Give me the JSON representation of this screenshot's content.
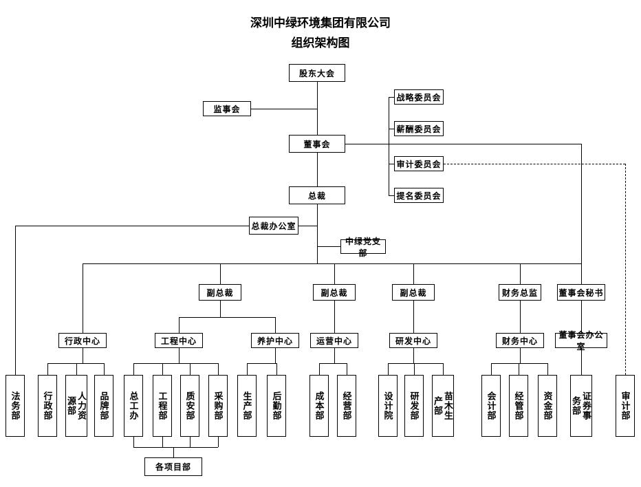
{
  "title": {
    "company": "深圳中绿环境集团有限公司",
    "subtitle": "组织架构图"
  },
  "nodes": {
    "shareholders_meeting": "股东大会",
    "supervisory_board": "监事会",
    "board_of_directors": "董事会",
    "strategy_committee": "战略委员会",
    "compensation_committee": "薪酬委员会",
    "audit_committee": "审计委员会",
    "nomination_committee": "提名委员会",
    "president": "总裁",
    "president_office": "总裁办公室",
    "party_branch": "中绿党支部",
    "vp1": "副总裁",
    "vp2": "副总裁",
    "vp3": "副总裁",
    "cfo": "财务总监",
    "board_secretary": "董事会秘书",
    "admin_center": "行政中心",
    "engineering_center": "工程中心",
    "maintenance_center": "养护中心",
    "operations_center": "运营中心",
    "rd_center": "研发中心",
    "finance_center": "财务中心",
    "board_office": "董事会办公室",
    "legal_dept": "法务部",
    "admin_dept": "行政部",
    "hr_dept": "人力资源部",
    "brand_dept": "品牌部",
    "chief_engineer_office": "总工办",
    "engineering_dept": "工程部",
    "quality_safety_dept": "质安部",
    "procurement_dept": "采购部",
    "production_dept": "生产部",
    "logistics_dept": "后勤部",
    "cost_dept": "成本部",
    "business_dept": "经营部",
    "design_institute": "设计院",
    "rd_dept": "研发部",
    "seedling_dept": "苗木生产部",
    "accounting_dept": "会计部",
    "management_dept": "经管部",
    "capital_dept": "资金部",
    "securities_dept": "证券事务部",
    "audit_dept": "审计部",
    "project_depts": "各项目部"
  }
}
